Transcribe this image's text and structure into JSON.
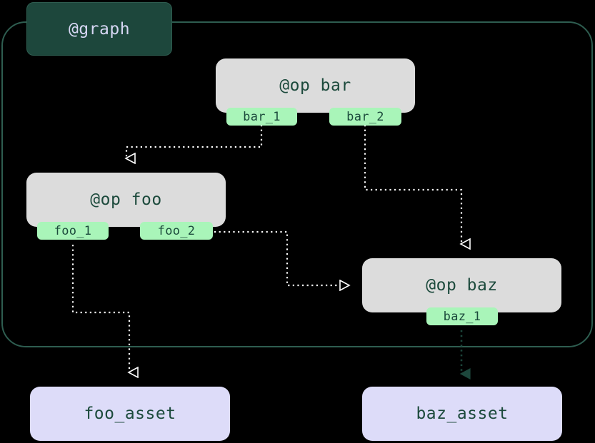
{
  "diagram": {
    "type": "flowchart",
    "background_color": "#000000",
    "subgraph": {
      "label": "@graph",
      "label_bg": "#1d473c",
      "label_text_color": "#d7d7f4",
      "border_color": "#2e5d50"
    },
    "colors": {
      "op_node_bg": "#dcdcdc",
      "op_node_text": "#1c4a3c",
      "port_bg": "#a9f5b9",
      "port_text": "#1c4a3c",
      "asset_bg": "#dddcf9",
      "asset_text": "#1c4a3c",
      "edge_dotted": "#ffffff",
      "edge_arrow_filled": "#1d473c"
    },
    "op_nodes": [
      {
        "id": "bar",
        "label": "@op bar",
        "ports": [
          "bar_1",
          "bar_2"
        ]
      },
      {
        "id": "foo",
        "label": "@op foo",
        "ports": [
          "foo_1",
          "foo_2"
        ]
      },
      {
        "id": "baz",
        "label": "@op baz",
        "ports": [
          "baz_1"
        ]
      }
    ],
    "asset_nodes": [
      {
        "id": "foo_asset",
        "label": "foo_asset"
      },
      {
        "id": "baz_asset",
        "label": "baz_asset"
      }
    ],
    "edges": [
      {
        "from": "bar_1",
        "to": "foo",
        "style": "dotted",
        "arrowhead": "hollow-down"
      },
      {
        "from": "bar_2",
        "to": "baz",
        "style": "dotted",
        "arrowhead": "hollow-down"
      },
      {
        "from": "foo_2",
        "to": "baz",
        "style": "dotted",
        "arrowhead": "hollow-right"
      },
      {
        "from": "foo_1",
        "to": "foo_asset",
        "style": "dotted",
        "arrowhead": "hollow-down"
      },
      {
        "from": "baz_1",
        "to": "baz_asset",
        "style": "dotted",
        "arrowhead": "filled-down"
      }
    ]
  }
}
